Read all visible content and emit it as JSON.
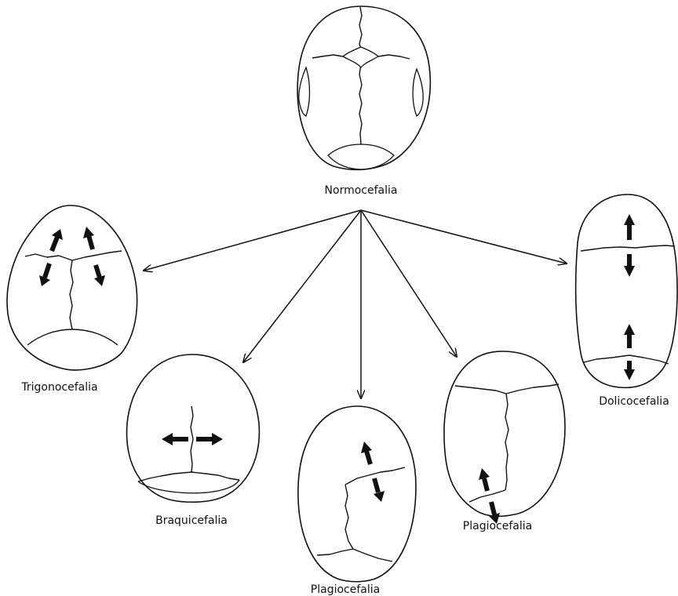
{
  "labels": {
    "normocefalia": "Normocefalia",
    "trigonocefalia": "Trigonocefalia",
    "braquicefalia": "Braquicefalia",
    "plagiocefalia_center": "Plagiocefalia",
    "plagiocefalia_right": "Plagiocefalia",
    "dolicocefalia": "Dolicocefalia"
  }
}
